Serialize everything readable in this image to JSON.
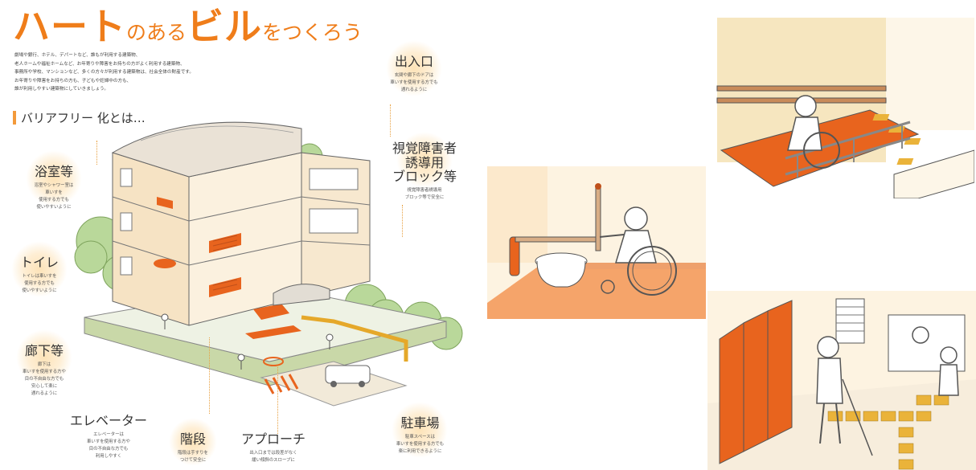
{
  "title": {
    "part1": "ハート",
    "part2": "のある",
    "part3": "ビル",
    "part4": "をつくろう"
  },
  "intro_lines": [
    "劇場や銀行、ホテル、デパートなど、誰もが利用する建築物、",
    "老人ホームや福祉ホームなど、お年寄りや障害をお持ちの方がよく利用する建築物、",
    "事務所や学校、マンションなど、多くの方々が利用する建築物は、社会全体の財産です。",
    "お年寄りや障害をお持ちの方も、子どもや妊婦中の方も、",
    "誰が利用しやすい建築物にしていきましょう。"
  ],
  "section_heading": "バリアフリー 化とは…",
  "labels": {
    "bath": {
      "title": "浴室等",
      "desc": [
        "浴室やシャワー室は",
        "車いすを",
        "使用する方でも",
        "使いやすいように"
      ]
    },
    "toilet": {
      "title": "トイレ",
      "desc": [
        "トイレは車いすを",
        "使用する方でも",
        "使いやすいように"
      ]
    },
    "corridor": {
      "title": "廊下等",
      "desc": [
        "廊下は",
        "車いすを使用する方や",
        "目の不自由な方でも",
        "安心して楽に",
        "通れるように"
      ]
    },
    "elevator": {
      "title": "エレベーター",
      "desc": [
        "エレベーターは",
        "車いすを使用する方や",
        "目の不自由な方でも",
        "利用しやすく"
      ]
    },
    "stairs": {
      "title": "階段",
      "desc": [
        "階段は手すりを",
        "つけて安全に"
      ]
    },
    "approach": {
      "title": "アプローチ",
      "desc": [
        "出入口までは段差がなく",
        "緩い傾斜のスロープに"
      ]
    },
    "parking": {
      "title": "駐車場",
      "desc": [
        "駐車スペースは",
        "車いすを使用する方でも",
        "楽に利用できるように"
      ]
    },
    "entrance": {
      "title": "出入口",
      "desc": [
        "玄関や廊下のドアは",
        "車いすを使用する方でも",
        "通れるように"
      ]
    },
    "tactile": {
      "title_lines": [
        "視覚障害者",
        "誘導用",
        "ブロック等"
      ],
      "desc": [
        "視覚障害者誘導用",
        "ブロック等で安全に"
      ]
    }
  },
  "colors": {
    "accent": "#ef7d1a",
    "orange_floor": "#e8641e",
    "wall": "#fdf3e1",
    "handrail": "#c8a27a"
  }
}
